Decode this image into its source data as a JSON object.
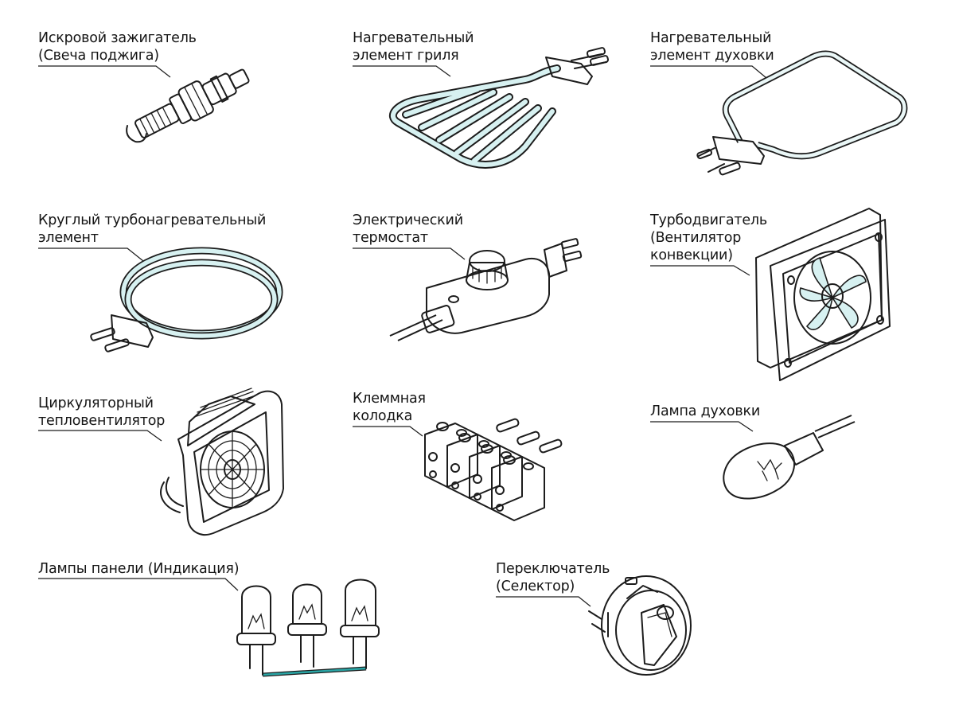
{
  "colors": {
    "accent": "#2aa6a6",
    "accent_light": "#d7f1f1",
    "ink": "#1c1c1c",
    "metal": "#eef3f4"
  },
  "items": [
    {
      "id": "spark-igniter",
      "icon": "spark-plug-icon",
      "lines": [
        "Искровой зажигатель",
        "(Свеча поджига)"
      ]
    },
    {
      "id": "grill-element",
      "icon": "grill-heating-element-icon",
      "lines": [
        "Нагревательный",
        "элемент гриля"
      ]
    },
    {
      "id": "oven-element",
      "icon": "oven-heating-element-icon",
      "lines": [
        "Нагревательный",
        "элемент духовки"
      ]
    },
    {
      "id": "round-element",
      "icon": "round-convection-element-icon",
      "lines": [
        "Круглый турбонагревательный",
        "элемент"
      ]
    },
    {
      "id": "thermostat",
      "icon": "thermostat-icon",
      "lines": [
        "Электрический",
        "термостат"
      ]
    },
    {
      "id": "turbo-motor",
      "icon": "convection-fan-motor-icon",
      "lines": [
        "Турбодвигатель",
        "(Вентилятор",
        "конвекции)"
      ]
    },
    {
      "id": "circ-fan",
      "icon": "circulation-fan-heater-icon",
      "lines": [
        "Циркуляторный",
        "тепловентилятор"
      ]
    },
    {
      "id": "terminal-block",
      "icon": "terminal-block-icon",
      "lines": [
        "Клеммная",
        "колодка"
      ]
    },
    {
      "id": "oven-lamp",
      "icon": "oven-lamp-icon",
      "lines": [
        "Лампа духовки"
      ]
    },
    {
      "id": "panel-lamps",
      "icon": "indicator-lamps-icon",
      "lines": [
        "Лампы панели (Индикация)"
      ]
    },
    {
      "id": "selector",
      "icon": "selector-switch-icon",
      "lines": [
        "Переключатель",
        "(Селектор)"
      ]
    }
  ]
}
